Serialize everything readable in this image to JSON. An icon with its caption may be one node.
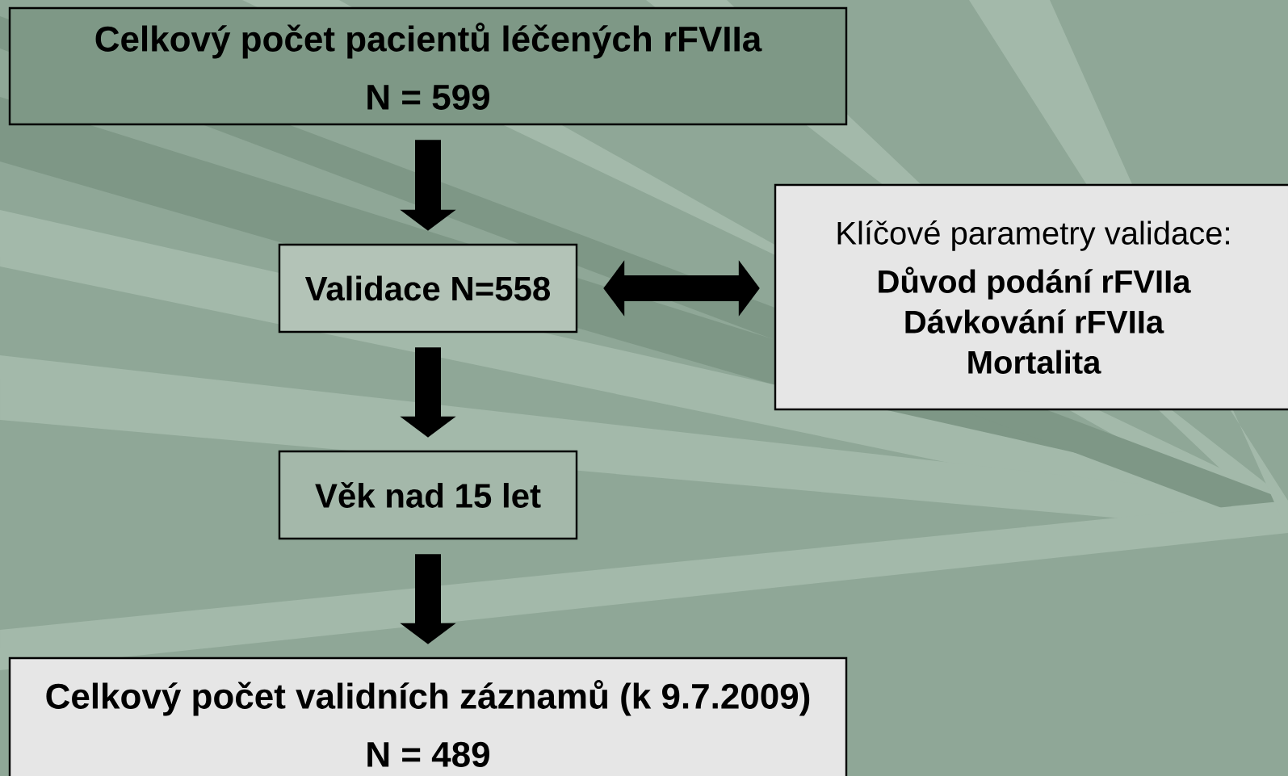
{
  "diagram": {
    "nodes": [
      {
        "text": [
          "Celkový počet pacientů léčených rFVIIa",
          "N = 599"
        ]
      },
      {
        "text": [
          "Validace N=558"
        ]
      },
      {
        "text": [
          "Klíčové parametry validace:",
          "Důvod podání rFVIIa",
          "Dávkování rFVIIa",
          "Mortalita"
        ]
      },
      {
        "text": [
          "Věk nad 15 let"
        ]
      },
      {
        "text": [
          "Celkový počet validních záznamů (k 9.7.2009)",
          "N = 489"
        ]
      }
    ],
    "edges": [
      {
        "from": 0,
        "to": 1,
        "arrow": "to"
      },
      {
        "from": 1,
        "to": 2,
        "arrow": "both"
      },
      {
        "from": 1,
        "to": 3,
        "arrow": "to"
      },
      {
        "from": 3,
        "to": 4,
        "arrow": "to"
      }
    ]
  }
}
